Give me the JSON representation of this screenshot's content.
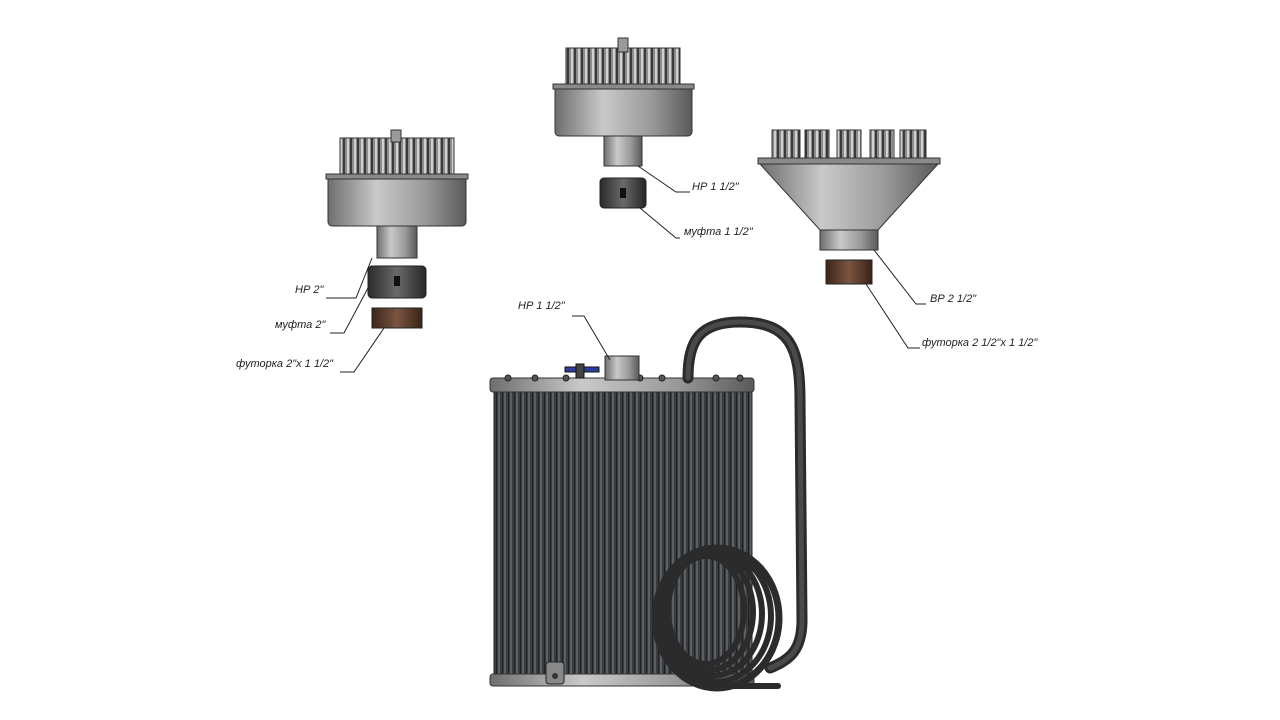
{
  "labels": {
    "left_nr": "НР 2\"",
    "left_coupling": "муфта 2\"",
    "left_bushing": "футорка 2\"х 1 1/2\"",
    "center_nr": "НР 1 1/2\"",
    "center_coupling": "муфта 1 1/2\"",
    "right_vr": "ВР 2 1/2\"",
    "right_bushing": "футорка 2 1/2\"х 1 1/2\"",
    "tank_nr": "НР 1 1/2\""
  },
  "colors": {
    "metal_light": "#a9a9a9",
    "metal_dark": "#4a4a4a",
    "filter_body": "#3c3f42",
    "hose": "#2b2b2b",
    "brass": "#5a3a2a",
    "valve_blue": "#2c3e9a"
  }
}
